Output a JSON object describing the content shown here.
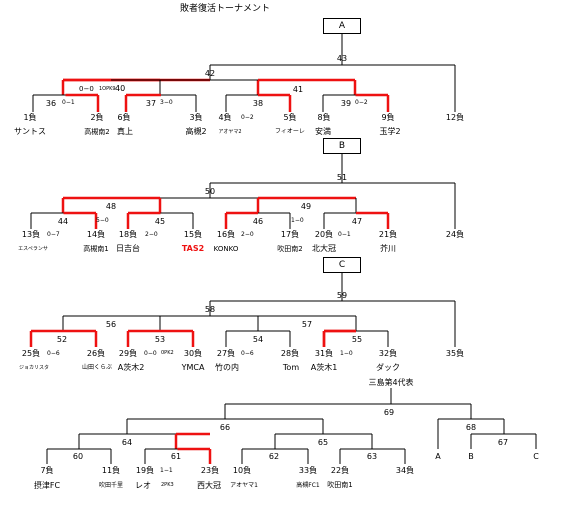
{
  "title": "敗者復活トーナメント",
  "boxes": {
    "A": "A",
    "B": "B",
    "C": "C"
  },
  "matches": {
    "m36": "36",
    "m40": "40",
    "m37": "37",
    "m38": "38",
    "m39": "39",
    "m41": "41",
    "m42": "42",
    "m43": "43",
    "m44": "44",
    "m45": "45",
    "m46": "46",
    "m47": "47",
    "m48": "48",
    "m49": "49",
    "m50": "50",
    "m51": "51",
    "m52": "52",
    "m53": "53",
    "m54": "54",
    "m55": "55",
    "m56": "56",
    "m57": "57",
    "m58": "58",
    "m59": "59",
    "m60": "60",
    "m61": "61",
    "m62": "62",
    "m63": "63",
    "m64": "64",
    "m65": "65",
    "m66": "66",
    "m67": "67",
    "m68": "68",
    "m69": "69"
  },
  "scores": {
    "s36": "0−1",
    "s40": "0−0",
    "s40pk": "1OPK9",
    "s37": "3−0",
    "s38": "0−2",
    "s39": "0−2",
    "s44a": "0−7",
    "s44b": "5−0",
    "s45": "2−0",
    "s46": "2−0",
    "s47a": "1−0",
    "s47b": "0−1",
    "s52": "0−6",
    "s53": "0−0",
    "s53pk": "0PK2",
    "s54": "0−6",
    "s55": "1−0",
    "s61": "1−1",
    "s61pk": "2PK3"
  },
  "section_a": {
    "seeds": [
      "1負",
      "2負",
      "6負",
      "3負",
      "4負",
      "5負",
      "8負",
      "9負",
      "12負"
    ],
    "teams": [
      "サントス",
      "高槻南2",
      "真上",
      "高槻2",
      "アオヤマ2",
      "フィオーレ",
      "安満",
      "玉学2"
    ]
  },
  "section_b": {
    "seeds": [
      "13負",
      "14負",
      "18負",
      "15負",
      "16負",
      "17負",
      "20負",
      "21負",
      "24負"
    ],
    "teams": [
      "エスペランサ",
      "高槻南1",
      "日吉台",
      "TAS2",
      "KONKO",
      "吹田南2",
      "北大冠",
      "芥川"
    ]
  },
  "section_c": {
    "seeds": [
      "25負",
      "26負",
      "29負",
      "30負",
      "27負",
      "28負",
      "31負",
      "32負",
      "35負"
    ],
    "teams": [
      "ジョカリスタ",
      "山田くらぶ",
      "A茨木2",
      "YMCA",
      "竹の内",
      "Tom",
      "A茨木1",
      "ダック"
    ],
    "extra": "三島第4代表"
  },
  "section_d": {
    "seeds": [
      "7負",
      "11負",
      "19負",
      "23負",
      "10負",
      "33負",
      "22負",
      "34負"
    ],
    "teams": [
      "摂津FC",
      "吹田千里",
      "レオ",
      "西大冠",
      "アオヤマ1",
      "高槻FC1",
      "吹田南1"
    ],
    "finals": [
      "A",
      "B",
      "C"
    ]
  }
}
